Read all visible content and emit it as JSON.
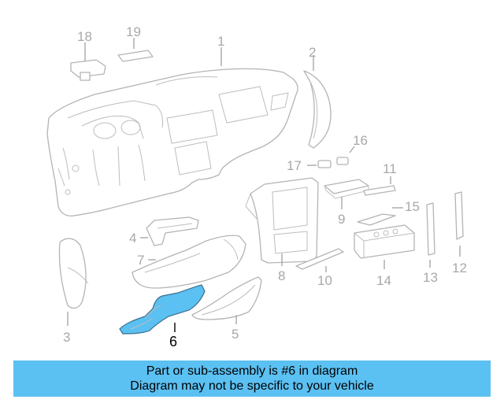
{
  "callouts": {
    "c1": "1",
    "c2": "2",
    "c3": "3",
    "c4": "4",
    "c5": "5",
    "c6": "6",
    "c7": "7",
    "c8": "8",
    "c9": "9",
    "c10": "10",
    "c11": "11",
    "c12": "12",
    "c13": "13",
    "c14": "14",
    "c15": "15",
    "c16": "16",
    "c17": "17",
    "c18": "18",
    "c19": "19"
  },
  "banner": {
    "line1": "Part or sub-assembly is #6 in diagram",
    "line2": "Diagram may not be specific to your vehicle"
  },
  "colors": {
    "highlight_part": "#5bc0f2",
    "banner_background": "#5bc0f2",
    "part_outline": "#b4b4b4",
    "callout_text": "#a8a8a8"
  }
}
